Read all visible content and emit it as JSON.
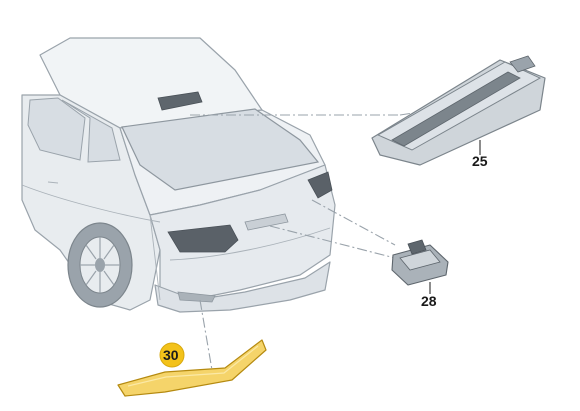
{
  "diagram": {
    "colors": {
      "car_body": "#eaeef2",
      "car_outline": "#9aa3ab",
      "window": "#d7dde3",
      "part_fill": "#cfd5da",
      "part_dark": "#7c858c",
      "leader_line": "#9aa3ab",
      "highlight": "#f3c21a",
      "trim_part": "#f5d46a"
    },
    "callouts": {
      "brake_light": {
        "number": "25"
      },
      "plate_light": {
        "number": "28"
      },
      "bumper_trim": {
        "number": "30"
      }
    }
  }
}
